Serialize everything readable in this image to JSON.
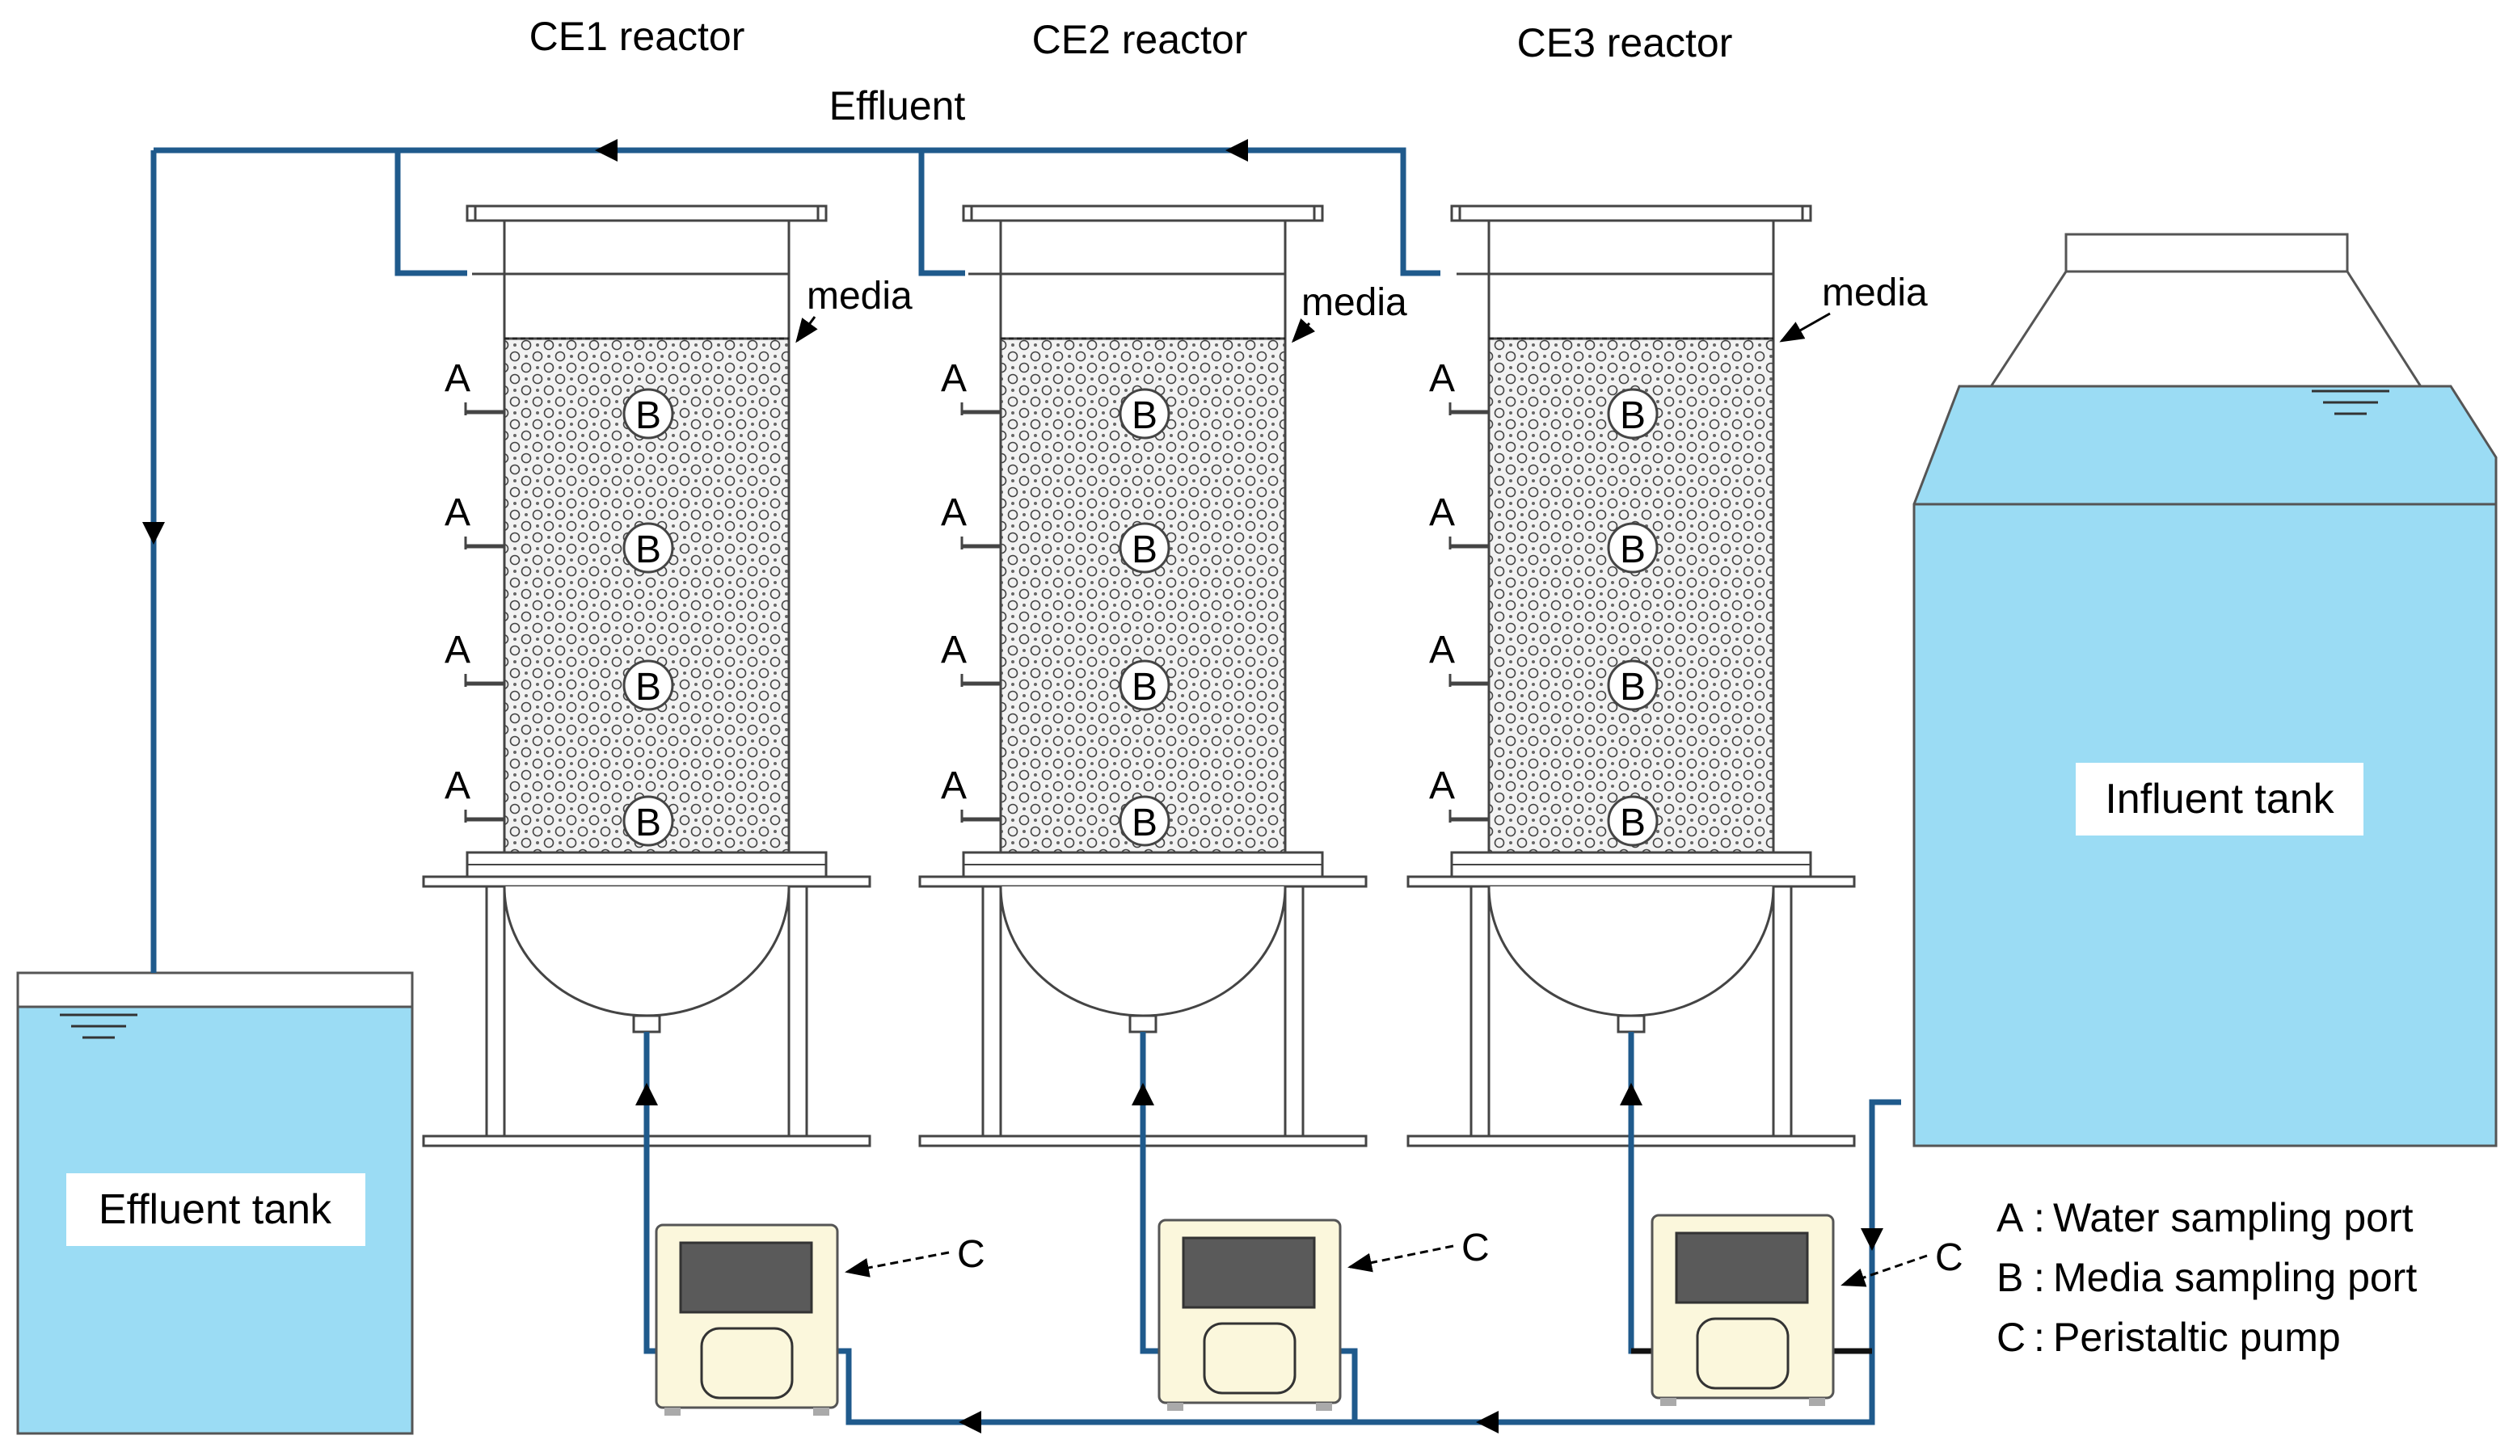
{
  "reactors": [
    {
      "title": "CE1 reactor"
    },
    {
      "title": "CE2 reactor"
    },
    {
      "title": "CE3 reactor"
    }
  ],
  "flow_label": "Effluent",
  "media_label": "media",
  "port_a_label": "A",
  "port_b_label": "B",
  "pump_label": "C",
  "influent_tank_label": "Influent tank",
  "effluent_tank_label": "Effluent tank",
  "legend": [
    {
      "key": "A",
      "sep": ":",
      "text": "Water sampling port"
    },
    {
      "key": "B",
      "sep": ":",
      "text": "Media sampling port"
    },
    {
      "key": "C",
      "sep": ":",
      "text": "Peristaltic pump"
    }
  ],
  "colors": {
    "pipe": "#1f5a8c",
    "water": "#9bdcf4",
    "pump_body": "#fbf7dc",
    "screen": "#5a5a5a"
  }
}
